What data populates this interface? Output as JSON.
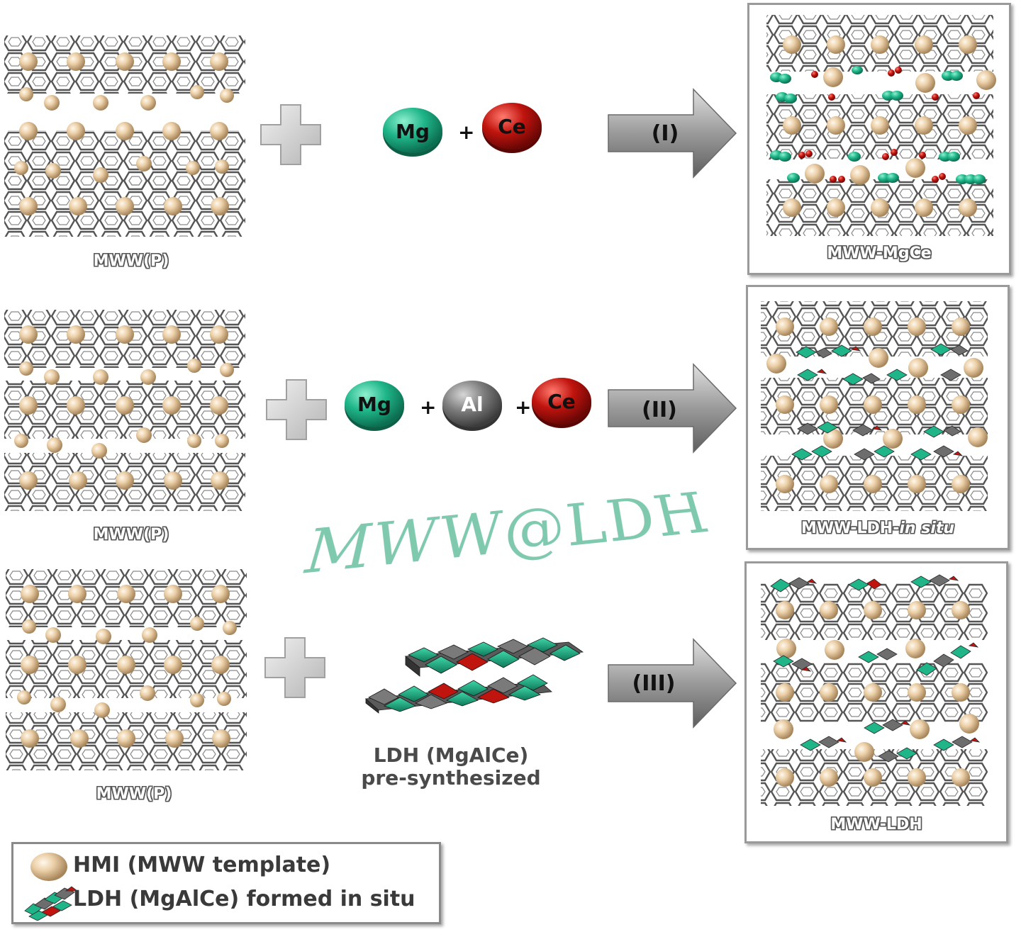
{
  "rows": [
    {
      "id": "I",
      "precursor_label": "MWW(P)",
      "reagents": [
        "Mg",
        "Ce"
      ],
      "operator": "+",
      "arrow_label": "(I)",
      "product_label": "MWW-MgCe"
    },
    {
      "id": "II",
      "precursor_label": "MWW(P)",
      "reagents": [
        "Mg",
        "Al",
        "Ce"
      ],
      "operator": "+",
      "arrow_label": "(II)",
      "product_label_main": "MWW-LDH-",
      "product_label_italic": "in situ"
    },
    {
      "id": "III",
      "precursor_label": "MWW(P)",
      "ldh_label_line1": "LDH (MgAlCe)",
      "ldh_label_line2": "pre-synthesized",
      "arrow_label": "(III)",
      "product_label": "MWW-LDH"
    }
  ],
  "center_title": "MWW@LDH",
  "legend": {
    "items": [
      {
        "label": "HMI (MWW template)",
        "icon": "hmi-sphere-icon"
      },
      {
        "label": "LDH (MgAlCe) formed in situ",
        "icon": "ldh-cluster-icon"
      }
    ]
  },
  "colors": {
    "hmi": "#e8c9a0",
    "mg": "#1fb589",
    "ce": "#c0140e",
    "al": "#7d7d7d",
    "framework": "#555555",
    "arrow": "#8a8a8a",
    "title": "#7fc9ae"
  }
}
